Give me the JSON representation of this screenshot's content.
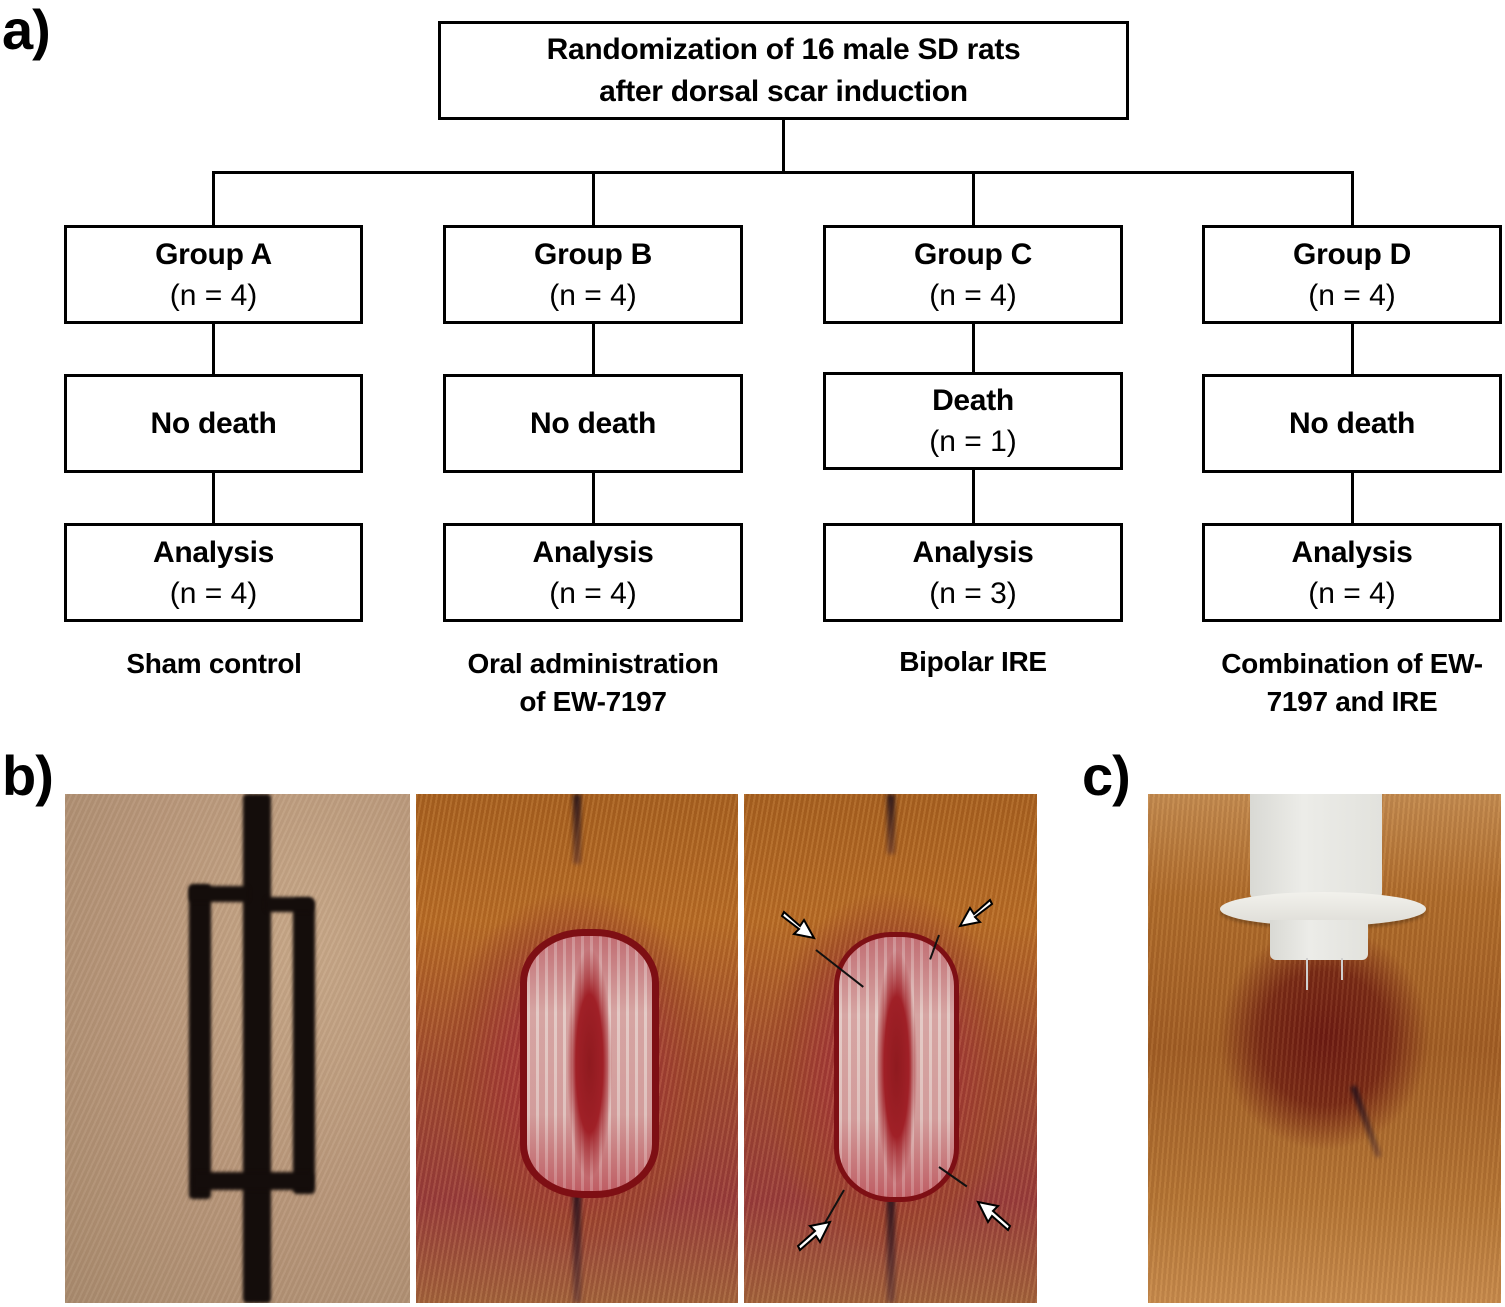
{
  "panels": {
    "a_label": "a)",
    "b_label": "b)",
    "c_label": "c)"
  },
  "flowchart": {
    "top": {
      "line1": "Randomization of 16 male SD rats",
      "line2": "after dorsal scar induction"
    },
    "groups": [
      {
        "name": "Group A",
        "n": "(n = 4)",
        "outcome_title": "No death",
        "outcome_n": "",
        "analysis_title": "Analysis",
        "analysis_n": "(n = 4)",
        "caption_line1": "Sham control",
        "caption_line2": ""
      },
      {
        "name": "Group B",
        "n": "(n = 4)",
        "outcome_title": "No death",
        "outcome_n": "",
        "analysis_title": "Analysis",
        "analysis_n": "(n = 4)",
        "caption_line1": "Oral administration",
        "caption_line2": "of EW-7197"
      },
      {
        "name": "Group C",
        "n": "(n = 4)",
        "outcome_title": "Death",
        "outcome_n": "(n = 1)",
        "analysis_title": "Analysis",
        "analysis_n": "(n = 3)",
        "caption_line1": "Bipolar IRE",
        "caption_line2": ""
      },
      {
        "name": "Group D",
        "n": "(n = 4)",
        "outcome_title": "No death",
        "outcome_n": "",
        "analysis_title": "Analysis",
        "analysis_n": "(n = 4)",
        "caption_line1": "Combination of EW-",
        "caption_line2": "7197 and IRE"
      }
    ]
  },
  "photos": {
    "b": [
      {
        "subject": "marker-drawn scar design on shaved rat dorsum"
      },
      {
        "subject": "excised dorsal skin wound"
      },
      {
        "subject": "wound with corner sutures",
        "arrows": 4
      }
    ],
    "c": {
      "subject": "bipolar IRE electrode applied to wound"
    }
  },
  "colors": {
    "line": "#000000",
    "background": "#ffffff",
    "arrow_fill": "#ffffff"
  }
}
